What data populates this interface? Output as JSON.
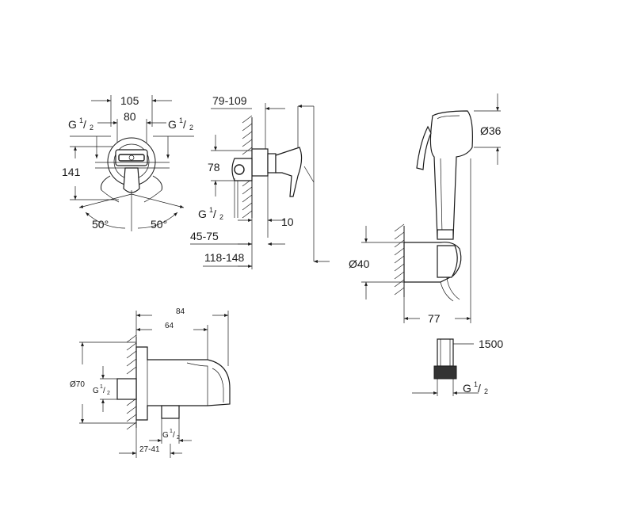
{
  "front_view": {
    "dim_width_outer": "105",
    "dim_width_inner": "80",
    "dim_height": "141",
    "dim_thread_left": "G",
    "dim_thread_right": "G",
    "frac_num": "1",
    "frac_den": "2",
    "angle_left": "50°",
    "angle_right": "50°"
  },
  "side_view": {
    "dim_depth_range": "79-109",
    "dim_height": "78",
    "dim_thread": "G",
    "frac_num": "1",
    "frac_den": "2",
    "dim_offset": "10",
    "dim_install_range": "45-75",
    "dim_total_range": "118-148"
  },
  "hand_shower": {
    "dim_head_diameter": "Ø36",
    "dim_holder_diameter": "Ø40",
    "dim_projection": "77",
    "dim_hose_length": "1500",
    "dim_hose_thread": "G",
    "frac_num": "1",
    "frac_den": "2"
  },
  "wall_outlet": {
    "dim_total_depth": "84",
    "dim_body_depth": "64",
    "dim_flange_diameter": "Ø70",
    "dim_inlet_thread": "G",
    "dim_outlet_thread": "G",
    "frac_num": "1",
    "frac_den": "2",
    "dim_install_range": "27-41"
  }
}
